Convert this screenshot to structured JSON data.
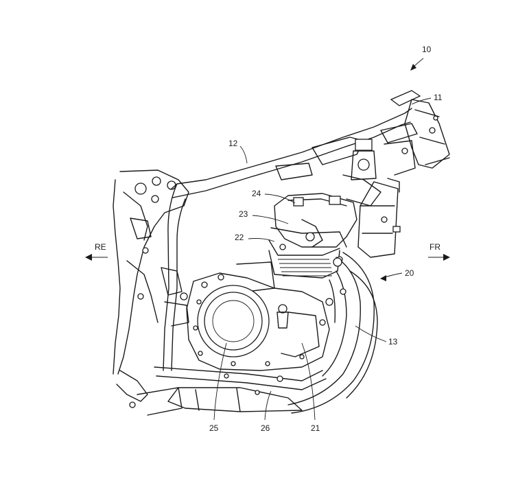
{
  "labels": {
    "assembly": "10",
    "head_pipe": "11",
    "main_frame": "12",
    "exhaust_pipe": "13",
    "exhaust_system": "20",
    "engine": "21",
    "cylinder": "22",
    "cylinder_head": "23",
    "head_cover": "24",
    "crankcase_cover": "25",
    "muffler_pipe": "26"
  },
  "directions": {
    "rear": "RE",
    "front": "FR"
  }
}
